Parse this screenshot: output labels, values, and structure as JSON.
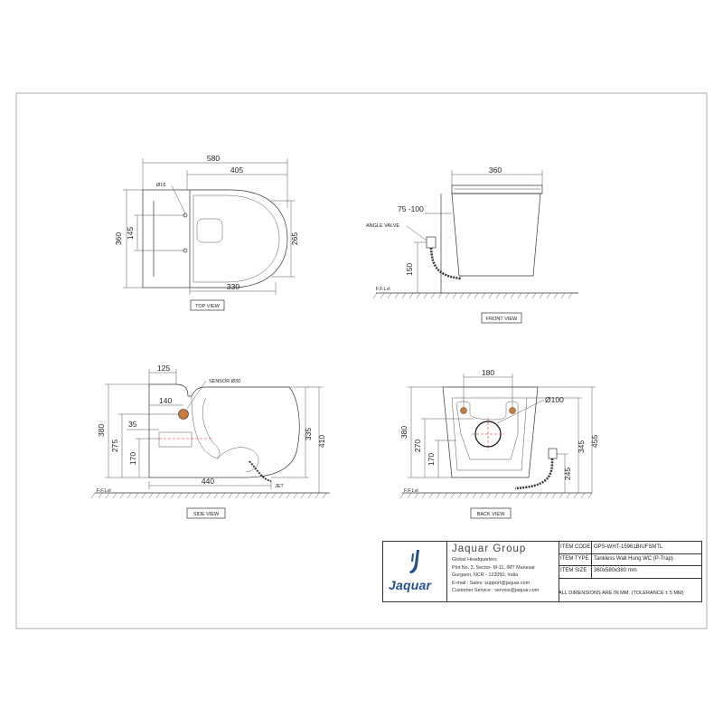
{
  "views": {
    "top": {
      "caption": "TOP VIEW",
      "dims": {
        "overall_length": "580",
        "seat_length": "405",
        "height": "360",
        "fixing_spacing": "145",
        "seat_width": "265",
        "bottom_length": "330",
        "hole_dia": "Ø16"
      }
    },
    "front": {
      "caption": "FRONT VIEW",
      "dims": {
        "width": "360",
        "inlet_offset": "75 -100",
        "inlet_height": "150"
      },
      "labels": {
        "angle_valve": "ANGLE VALVE",
        "floor": "F.F.Lvl"
      }
    },
    "side": {
      "caption": "SIDE VIEW",
      "dims": {
        "top_offset": "125",
        "sensor_offset": "140",
        "total_height": "380",
        "outlet_height": "275",
        "small_offset": "35",
        "bottom_height": "170",
        "bowl_height": "335",
        "rim_height": "410",
        "projection": "440"
      },
      "labels": {
        "sensor": "SENSOR Ø30",
        "jet": "JET",
        "floor": "F.F.Lvl"
      }
    },
    "back": {
      "caption": "BACK VIEW",
      "dims": {
        "bolt_spacing": "180",
        "outlet_dia": "Ø100",
        "height": "380",
        "outlet_center": "270",
        "outlet_bottom": "170",
        "inlet_height": "245",
        "body_height": "345",
        "rim_height": "455"
      },
      "labels": {
        "floor": "F.F.Lvl"
      }
    }
  },
  "title_block": {
    "brand": "Jaquar",
    "company": "Jaquar Group",
    "address": [
      "Global Headquarters",
      "Plot No. 3, Sector- M-11, IMT Manesar",
      "Gurgaon, NCR - 122050, India",
      "E-mail : Sales: support@jaquar.com",
      "Customer Service : service@jaquar.com"
    ],
    "fields": [
      {
        "key": "ITEM CODE",
        "value": "OPS-WHT-15961BIUFSMTL"
      },
      {
        "key": "ITEM TYPE",
        "value": "Tankless Wall Hung WC (P-Trap)"
      },
      {
        "key": "ITEM SIZE",
        "value": "360x580x380 mm"
      }
    ],
    "note": "ALL DIMENSIONS ARE IN MM. (TOLERANCE ± 5 MM)",
    "brand_color": "#1f4f8f"
  }
}
